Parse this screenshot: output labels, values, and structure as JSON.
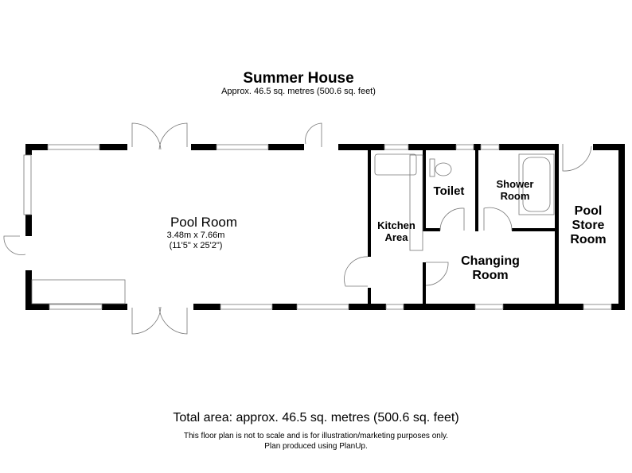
{
  "header": {
    "title": "Summer House",
    "subtitle": "Approx. 46.5 sq. metres (500.6 sq. feet)"
  },
  "rooms": {
    "pool_room": {
      "name": "Pool Room",
      "metric": "3.48m x 7.66m",
      "imperial": "(11'5\" x 25'2\")"
    },
    "kitchen": {
      "line1": "Kitchen",
      "line2": "Area"
    },
    "toilet": {
      "name": "Toilet"
    },
    "shower": {
      "line1": "Shower",
      "line2": "Room"
    },
    "changing": {
      "line1": "Changing",
      "line2": "Room"
    },
    "store": {
      "line1": "Pool",
      "line2": "Store",
      "line3": "Room"
    }
  },
  "footer": {
    "total": "Total area: approx. 46.5 sq. metres (500.6 sq. feet)",
    "disclaimer": "This floor plan is not to scale and is for illustration/marketing purposes only.",
    "credit": "Plan produced using PlanUp."
  }
}
